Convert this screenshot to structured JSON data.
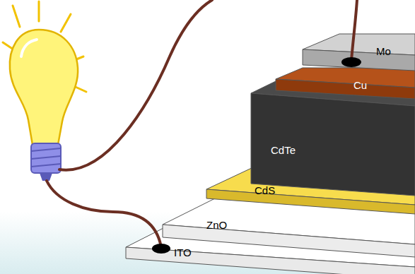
{
  "diagram": {
    "nodes": [
      {
        "text": [
          "Mo"
        ]
      },
      {
        "text": [
          "Cu"
        ]
      },
      {
        "text": [
          "CdTe"
        ]
      },
      {
        "text": [
          "CdS"
        ]
      },
      {
        "text": [
          "ZnO"
        ]
      },
      {
        "text": [
          "ITO"
        ]
      }
    ]
  }
}
